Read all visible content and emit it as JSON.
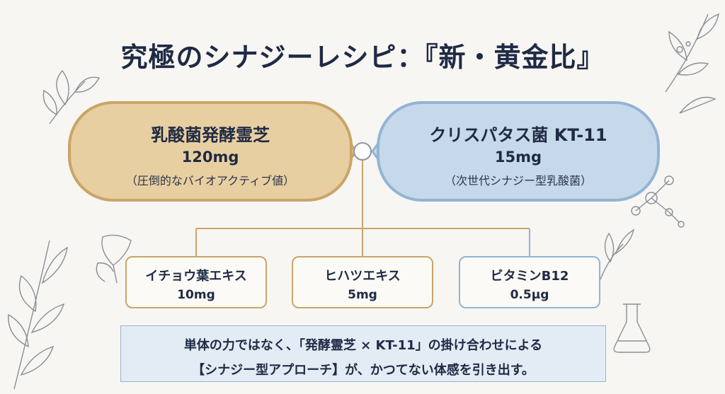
{
  "title": "究極のシナジーレシピ：『新・黄金比』",
  "main_left": {
    "name": "乳酸菌発酵霊芝",
    "amount": "120mg",
    "note": "（圧倒的なバイオアクティブ値）"
  },
  "main_right": {
    "name": "クリスパタス菌 KT-11",
    "amount": "15mg",
    "note": "（次世代シナジー型乳酸菌）"
  },
  "sub_items": [
    {
      "name": "イチョウ葉エキス",
      "amount": "10mg"
    },
    {
      "name": "ヒハツエキス",
      "amount": "5mg"
    },
    {
      "name": "ビタミンB12",
      "amount": "0.5μg"
    }
  ],
  "summary": {
    "line1": "単体の力ではなく、「発酵霊芝 × KT-11」の掛け合わせによる",
    "line2": "【シナジー型アプローチ】が、かつてない体感を引き出す。"
  },
  "colors": {
    "gold_fill": "#e8cfa1",
    "gold_border": "#c9a567",
    "blue_fill": "#c6d9ea",
    "blue_border": "#93b4d4",
    "navy_text": "#1f2a44"
  },
  "decorations": [
    "leaf-sprig-icon",
    "ginkgo-leaf-icon",
    "molecule-icon",
    "flask-icon"
  ]
}
